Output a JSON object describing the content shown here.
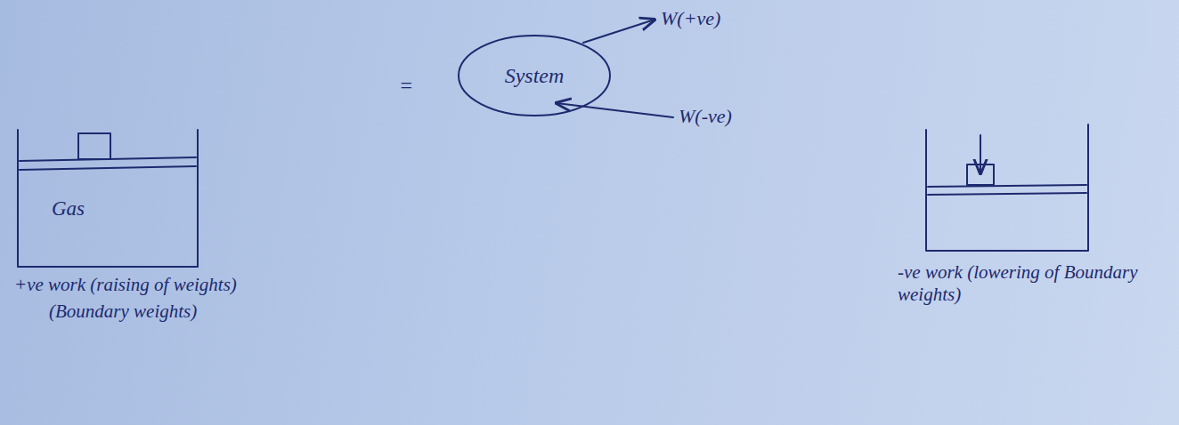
{
  "diagram": {
    "nodes": [
      {
        "text": [
          "System"
        ]
      },
      {
        "text": [
          "Gas"
        ]
      }
    ],
    "labels": [
      "=",
      "W(+ve)",
      "W(-ve)",
      "+ve work (raising of weights)",
      "(Boundary weights)",
      "-ve work (lowering of Boundary weights)"
    ]
  }
}
